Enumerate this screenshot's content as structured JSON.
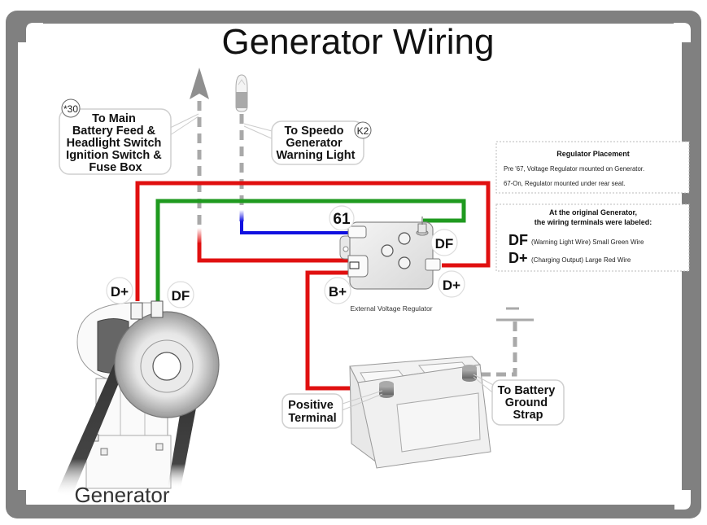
{
  "title": "Generator Wiring",
  "colors": {
    "frame": "#808080",
    "red_wire": "#e01010",
    "green_wire": "#1f9a1f",
    "blue_wire": "#1010e0",
    "gray_dashed": "#a9a9a9"
  },
  "callouts": {
    "main_battery": {
      "badge": "*30",
      "lines": [
        "To Main",
        "Battery Feed &",
        "Headlight Switch",
        "Ignition Switch &",
        "Fuse Box"
      ]
    },
    "speedo": {
      "badge": "K2",
      "lines": [
        "To Speedo",
        "Generator",
        "Warning Light"
      ]
    },
    "positive_terminal": {
      "lines": [
        "Positive",
        "Terminal"
      ]
    },
    "ground_strap": {
      "lines": [
        "To Battery",
        "Ground",
        "Strap"
      ]
    }
  },
  "info_boxes": {
    "placement": {
      "heading": "Regulator Placement",
      "line1": "Pre '67, Voltage Regulator mounted on Generator.",
      "line2": "67-On, Regulator mounted under rear seat."
    },
    "terminals": {
      "heading1": "At the original Generator,",
      "heading2": "the wiring terminals were labeled:",
      "df_code": "DF",
      "df_desc": "(Warning Light Wire) Small Green Wire",
      "dplus_code": "D+",
      "dplus_desc": "(Charging Output) Large Red Wire"
    }
  },
  "regulator": {
    "caption": "External Voltage Regulator",
    "labels": {
      "t61": "61",
      "df": "DF",
      "bplus": "B+",
      "dplus": "D+"
    }
  },
  "generator": {
    "caption": "Generator",
    "labels": {
      "dplus": "D+",
      "df": "DF"
    }
  }
}
